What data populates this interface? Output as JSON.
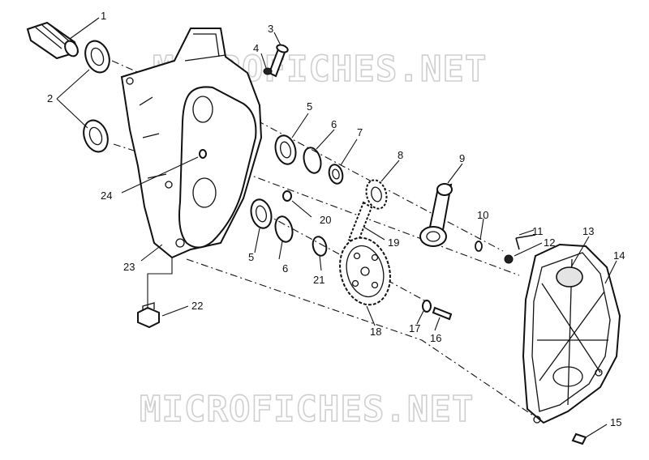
{
  "watermarks": [
    "MICROFICHES.NET",
    "MICROFICHES.NET"
  ],
  "colors": {
    "line": "#111111",
    "watermark": "#cfcfcf",
    "background": "#ffffff"
  },
  "callouts": {
    "c1": "1",
    "c2": "2",
    "c3": "3",
    "c4": "4",
    "c5a": "5",
    "c5b": "5",
    "c6a": "6",
    "c6b": "6",
    "c7": "7",
    "c8": "8",
    "c9": "9",
    "c10": "10",
    "c11": "11",
    "c12": "12",
    "c13": "13",
    "c14": "14",
    "c15": "15",
    "c16": "16",
    "c17": "17",
    "c18": "18",
    "c19": "19",
    "c20": "20",
    "c21": "21",
    "c22": "22",
    "c23": "23",
    "c24": "24"
  }
}
